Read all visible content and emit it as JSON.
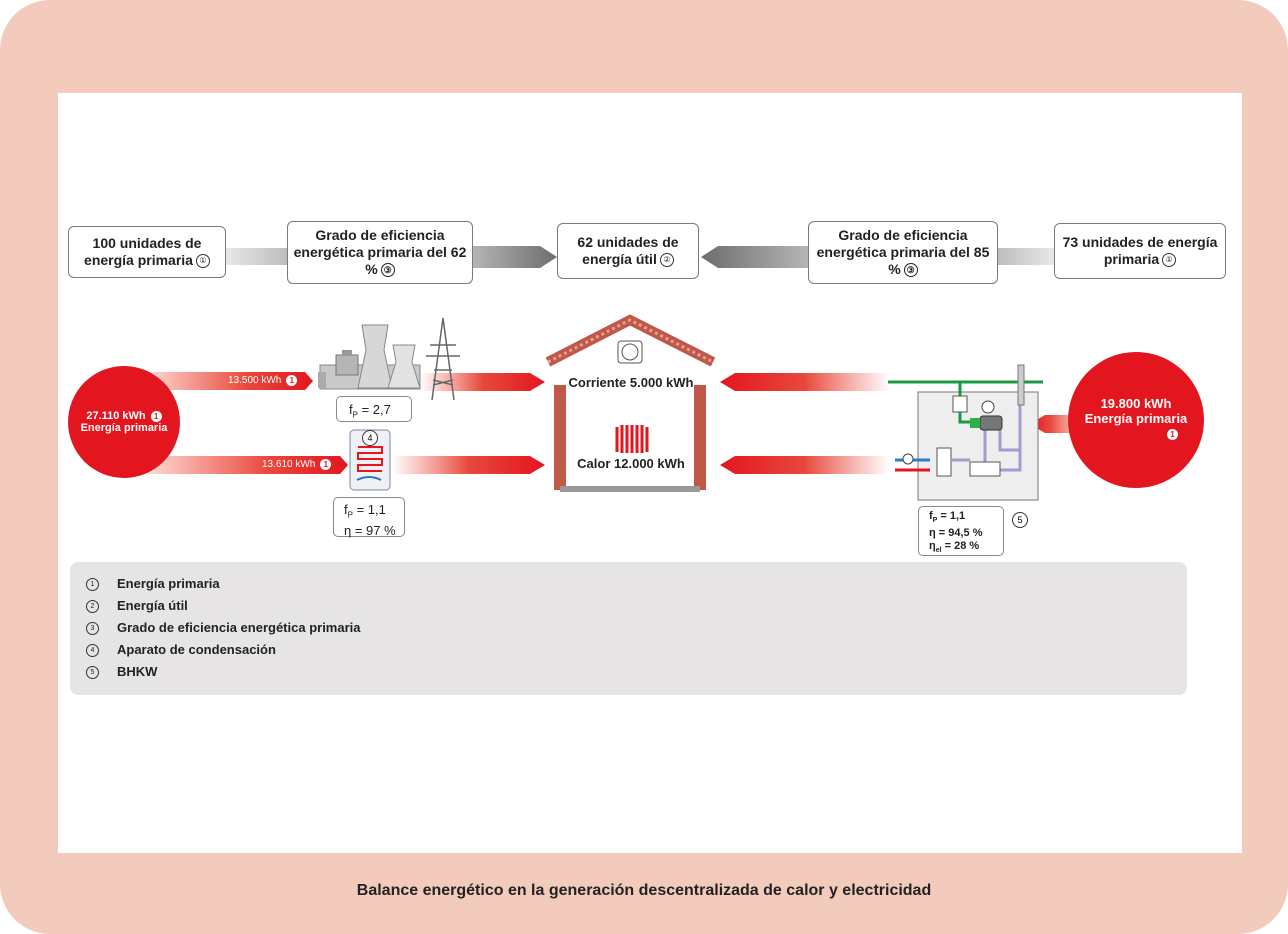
{
  "top_boxes": [
    {
      "text": "100 unidades de energía primaria",
      "ref": "①"
    },
    {
      "text": "Grado de eficiencia energética primaria del 62 %",
      "ref": "③"
    },
    {
      "text": "62 unidades de energía útil",
      "ref": "②"
    },
    {
      "text": "Grado de eficiencia energética primaria del 85 %",
      "ref": "③"
    },
    {
      "text": "73 unidades de energía primaria",
      "ref": "①"
    }
  ],
  "left_source": {
    "value": "27.110 kWh",
    "ref": "1",
    "label": "Energía primaria"
  },
  "right_source": {
    "value": "19.800 kWh",
    "label": "Energía primaria",
    "ref": "1"
  },
  "flows": {
    "power_plant": {
      "value": "13.500 kWh",
      "ref": "1"
    },
    "boiler": {
      "value": "13.610 kWh",
      "ref": "1"
    }
  },
  "power_plant_factor": {
    "label": "f",
    "sub": "P",
    "value": "= 2,7"
  },
  "boiler_marker": "4",
  "boiler_factors": {
    "fp": "= 1,1",
    "eta": "η = 97 %",
    "f_label": "f",
    "f_sub": "P"
  },
  "house": {
    "electricity": "Corriente 5.000 kWh",
    "heat": "Calor 12.000 kWh"
  },
  "chp_marker": "5",
  "chp_factors": {
    "fp": "= 1,1",
    "eta": "η = 94,5 %",
    "eta_el": "= 28 %",
    "f_label": "f",
    "f_sub": "P",
    "eta_el_label": "η",
    "eta_el_sub": "el"
  },
  "legend": [
    {
      "num": "1",
      "label": "Energía primaria"
    },
    {
      "num": "2",
      "label": "Energía útil"
    },
    {
      "num": "3",
      "label": "Grado de eficiencia energética primaria"
    },
    {
      "num": "4",
      "label": "Aparato de condensación"
    },
    {
      "num": "5",
      "label": "BHKW"
    }
  ],
  "caption": "Balance energético en la generación descentralizada de calor y electricidad",
  "colors": {
    "background": "#f3cbbd",
    "red": "#e3151f",
    "legend_bg": "#e6e4e5",
    "brick": "#c0584a"
  }
}
